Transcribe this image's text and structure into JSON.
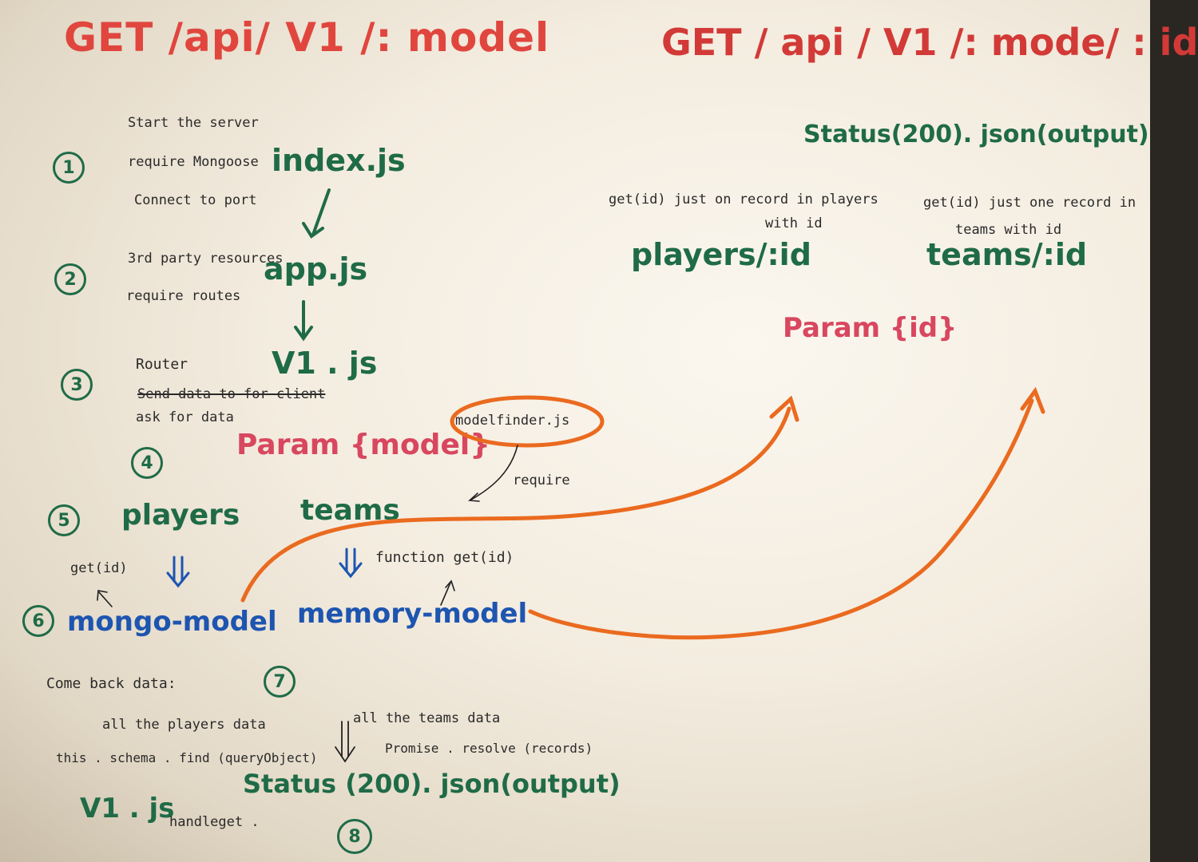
{
  "headers": {
    "left": "GET /api/ V1 /: model",
    "right": "GET / api / V1 /: mode/ : id"
  },
  "steps": {
    "s1": "1",
    "s2": "2",
    "s3": "3",
    "s4": "4",
    "s5": "5",
    "s6": "6",
    "s7": "7",
    "s8": "8"
  },
  "index_notes": [
    "Start the server",
    "require Mongoose",
    "Connect to port"
  ],
  "index_file": "index.js",
  "app_notes": [
    "3rd party resources",
    "require routes"
  ],
  "app_file": "app.js",
  "router_note": "Router",
  "router_struck": "Send data to for client",
  "router_ask": "ask for data",
  "v1_file": "V1 . js",
  "param_model": "Param {model}",
  "model_finder": "modelfinder.js",
  "require_label": "require",
  "players": "players",
  "teams": "teams",
  "get_id_left": "get(id)",
  "function_get_id": "function get(id)",
  "mongo_model": "mongo-model",
  "memory_model": "memory-model",
  "come_back": "Come back data:",
  "all_players": "all the players data",
  "all_teams": "all the teams data",
  "schema_find": "this . schema . find (queryObject)",
  "promise_resolve": "Promise . resolve (records)",
  "status_bottom": "Status (200). json(output)",
  "v1_bottom": "V1 . js",
  "handle_get": "handleget .",
  "status_right": "Status(200). json(output)",
  "get_players_note": [
    "get(id)  just on record in players",
    "with id"
  ],
  "get_teams_note": [
    "get(id)  just one record in",
    "teams with id"
  ],
  "players_id": "players/:id",
  "teams_id": "teams/:id",
  "param_id": "Param {id}",
  "colors": {
    "red": "#e0463e",
    "green": "#1f6b47",
    "blue": "#1d55b0",
    "pink": "#d8475f",
    "orange": "#ea6a1f"
  }
}
